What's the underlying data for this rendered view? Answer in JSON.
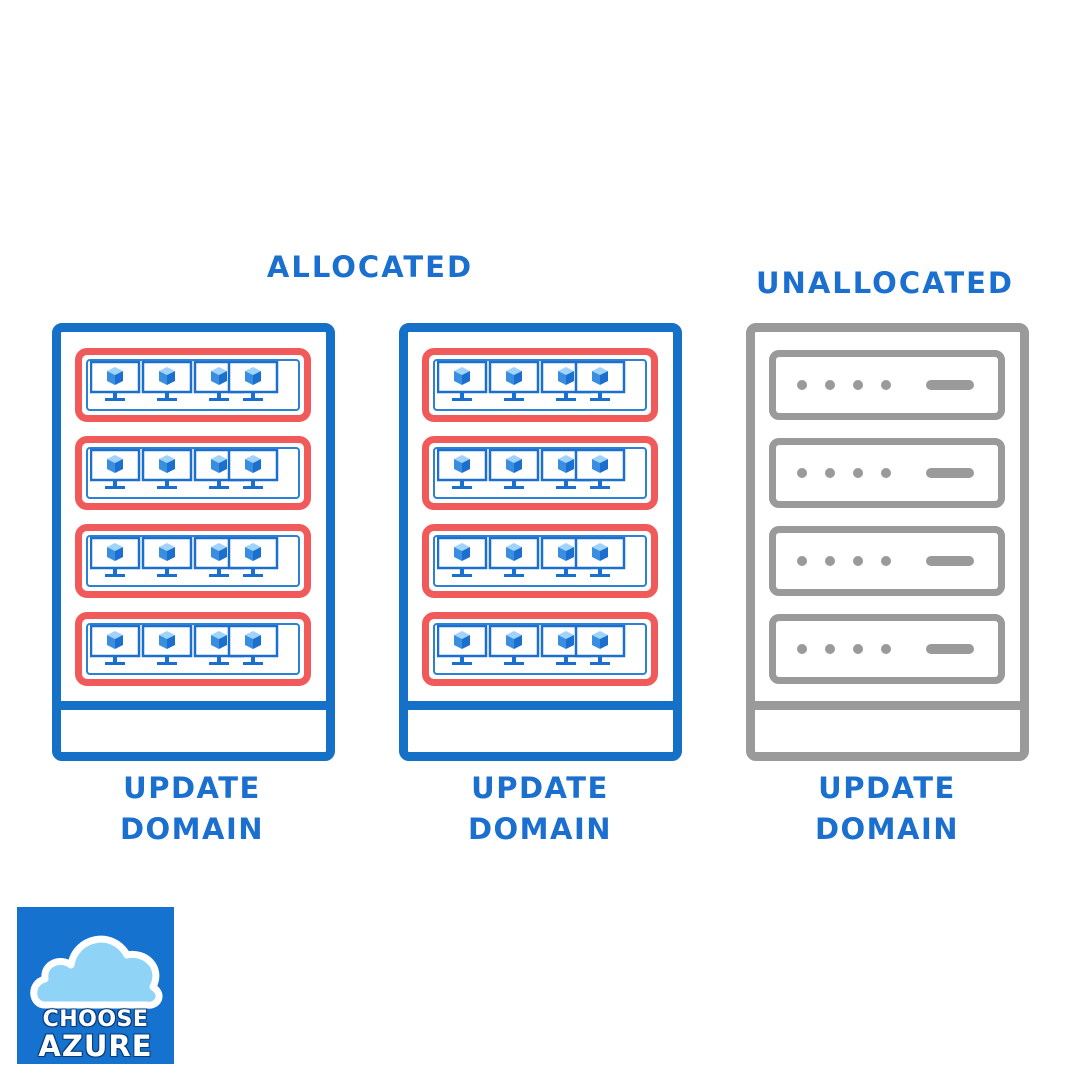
{
  "headings": {
    "allocated": "ALLOCATED",
    "unallocated": "UNALLOCATED"
  },
  "racks": [
    {
      "status": "allocated",
      "caption_line1": "UPDATE",
      "caption_line2": "DOMAIN",
      "slots": 4,
      "vms_per_slot": 4
    },
    {
      "status": "allocated",
      "caption_line1": "UPDATE",
      "caption_line2": "DOMAIN",
      "slots": 4,
      "vms_per_slot": 4
    },
    {
      "status": "unallocated",
      "caption_line1": "UPDATE",
      "caption_line2": "DOMAIN",
      "slots": 4,
      "vms_per_slot": 0
    }
  ],
  "logo": {
    "line1": "CHOOSE",
    "line2": "AZURE"
  },
  "colors": {
    "allocated_frame": "#1570c8",
    "slot_border": "#f05a5a",
    "unallocated_frame": "#9a9a9a",
    "text": "#1a6fcf",
    "logo_bg": "#1672cf",
    "cloud": "#8fd3f7"
  },
  "icons": {
    "vm": "virtual-machine-monitor-icon",
    "server": "server-unit-icon",
    "logo": "cloud-icon"
  }
}
